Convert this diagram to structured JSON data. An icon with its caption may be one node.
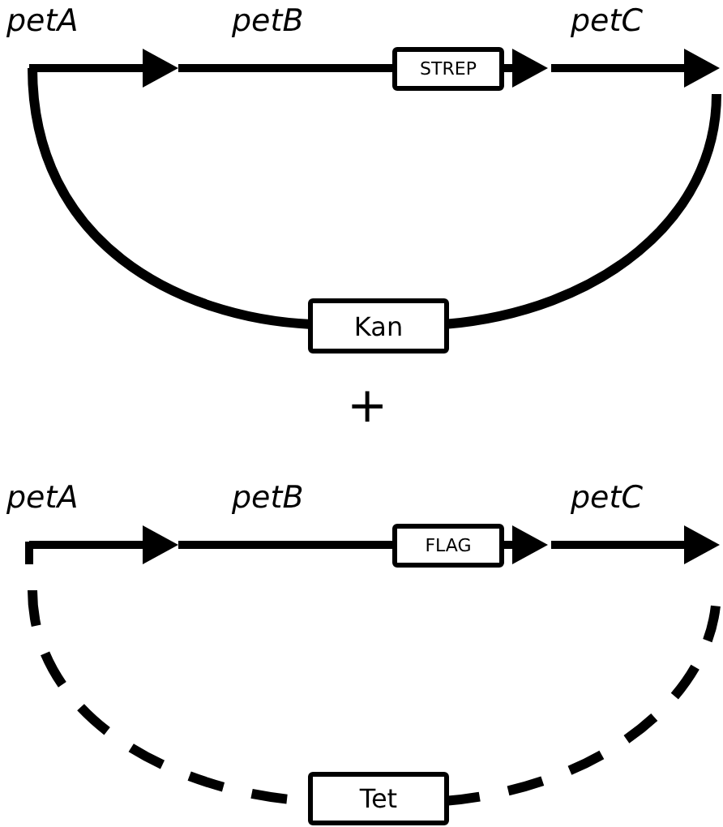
{
  "diagram": {
    "nodes": [
      {
        "text": [
          "STREP"
        ]
      },
      {
        "text": [
          "Kan"
        ]
      },
      {
        "text": [
          "FLAG"
        ]
      },
      {
        "text": [
          "Tet"
        ]
      }
    ],
    "labels": [
      "petA",
      "petB",
      "petC",
      "+",
      "petA",
      "petB",
      "petC"
    ]
  }
}
